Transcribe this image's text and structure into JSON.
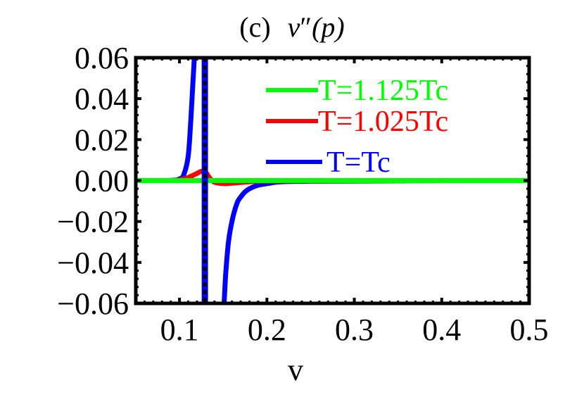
{
  "chart_data": {
    "type": "line",
    "title": "(c)  v''(p)",
    "title_parts": {
      "prefix": "(c)",
      "func": "v",
      "primes": "″",
      "arg": "(p)"
    },
    "xlabel": "v",
    "ylabel": "",
    "xlim": [
      0.05,
      0.5
    ],
    "ylim": [
      -0.06,
      0.06
    ],
    "x_ticks": [
      0.1,
      0.2,
      0.3,
      0.4,
      0.5
    ],
    "x_tick_labels": [
      "0.1",
      "0.2",
      "0.3",
      "0.4",
      "0.5"
    ],
    "y_ticks": [
      0.06,
      0.04,
      0.02,
      0.0,
      -0.02,
      -0.04,
      -0.06
    ],
    "y_tick_labels": [
      "0.06",
      "0.04",
      "0.02",
      "0.00",
      "−0.02",
      "−0.04",
      "−0.06"
    ],
    "grid": false,
    "frame": true,
    "legend_position": "upper right (inside)",
    "vertical_reference_line": {
      "x": 0.129,
      "style": "blue with black dashes"
    },
    "series": [
      {
        "name": "T=1.125Tc",
        "color": "#00ff00",
        "x": [
          0.05,
          0.1,
          0.129,
          0.2,
          0.3,
          0.4,
          0.5
        ],
        "y": [
          0.0,
          0.0,
          0.0,
          0.0,
          0.0,
          0.0,
          0.0
        ]
      },
      {
        "name": "T=1.025Tc",
        "color": "#ff0000",
        "x": [
          0.05,
          0.09,
          0.1,
          0.11,
          0.12,
          0.125,
          0.13,
          0.135,
          0.14,
          0.15,
          0.16,
          0.18,
          0.2,
          0.3,
          0.5
        ],
        "y": [
          0.0,
          0.0,
          0.0003,
          0.0015,
          0.0035,
          0.0045,
          0.004,
          0.001,
          -0.0008,
          -0.0015,
          -0.0013,
          -0.0006,
          -0.0002,
          0.0,
          0.0
        ]
      },
      {
        "name": "T=Tc",
        "color": "#0000ff",
        "branches": [
          {
            "x": [
              0.05,
              0.09,
              0.1,
              0.105,
              0.11,
              0.113,
              0.115,
              0.117
            ],
            "y": [
              0.0,
              0.0001,
              0.0008,
              0.003,
              0.012,
              0.03,
              0.045,
              0.06
            ]
          },
          {
            "x": [
              0.151,
              0.153,
              0.156,
              0.16,
              0.165,
              0.17,
              0.18,
              0.2,
              0.25,
              0.5
            ],
            "y": [
              -0.06,
              -0.045,
              -0.03,
              -0.02,
              -0.012,
              -0.008,
              -0.004,
              -0.0015,
              -0.0003,
              0.0
            ]
          }
        ]
      }
    ],
    "legend": [
      {
        "label": "T=1.125Tc",
        "color": "#00ff00"
      },
      {
        "label": "T=1.025Tc",
        "color": "#ff0000"
      },
      {
        "label": "T=Tc",
        "color": "#0000ff"
      }
    ]
  },
  "colors": {
    "frame": "#000000",
    "background": "#ffffff",
    "green": "#00ff00",
    "red": "#ff0000",
    "blue": "#0000ff"
  }
}
